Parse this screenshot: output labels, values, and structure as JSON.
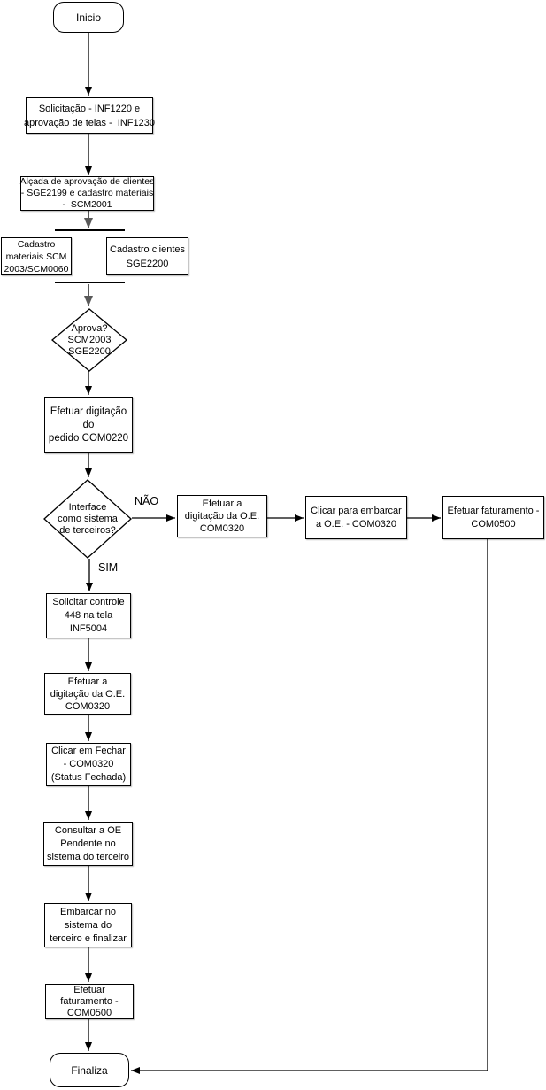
{
  "colors": {
    "stroke": "#000000",
    "fork_arrow": "#595959",
    "node_fill": "#ffffff",
    "background": "#ffffff"
  },
  "nodes": {
    "inicio": {
      "label": "Inicio"
    },
    "solicitacao": {
      "lines": [
        "Solicitação - INF1220 e",
        "aprovação de telas -  INF1230"
      ]
    },
    "alcada": {
      "lines": [
        "Alçada de aprovação de clientes",
        "- SGE2199 e cadastro materiais",
        "-  SCM2001"
      ]
    },
    "cadastro_materiais": {
      "lines": [
        "Cadastro",
        "materiais SCM",
        "2003/SCM0060"
      ]
    },
    "cadastro_clientes": {
      "lines": [
        "Cadastro clientes",
        "SGE2200"
      ]
    },
    "aprova": {
      "lines": [
        "Aprova?",
        "SCM2003",
        "SGE2200"
      ]
    },
    "efetuar_pedido": {
      "lines": [
        "Efetuar digitação",
        "do",
        "pedido COM0220"
      ]
    },
    "interface": {
      "lines": [
        "Interface",
        "como sistema",
        "de terceiros?"
      ]
    },
    "efetuar_oe_nao": {
      "lines": [
        "Efetuar a",
        "digitação da O.E.",
        "COM0320"
      ]
    },
    "clicar_embarcar": {
      "lines": [
        "Clicar para embarcar",
        "a O.E. - COM0320"
      ]
    },
    "efetuar_faturamento_dir": {
      "lines": [
        "Efetuar faturamento -",
        "COM0500"
      ]
    },
    "solicitar_controle": {
      "lines": [
        "Solicitar controle",
        "448 na tela",
        "INF5004"
      ]
    },
    "efetuar_oe_sim": {
      "lines": [
        "Efetuar a",
        "digitação da O.E.",
        "COM0320"
      ]
    },
    "clicar_fechar": {
      "lines": [
        "Clicar em Fechar",
        "- COM0320",
        "(Status Fechada)"
      ]
    },
    "consultar_oe": {
      "lines": [
        "Consultar a OE",
        "Pendente no",
        "sistema do terceiro"
      ]
    },
    "embarcar": {
      "lines": [
        "Embarcar no",
        "sistema do",
        "terceiro e finalizar"
      ]
    },
    "efetuar_faturamento_esq": {
      "lines": [
        "Efetuar",
        "faturamento -",
        "COM0500"
      ]
    },
    "finaliza": {
      "label": "Finaliza"
    }
  },
  "edge_labels": {
    "nao": "NÃO",
    "sim": "SIM"
  }
}
